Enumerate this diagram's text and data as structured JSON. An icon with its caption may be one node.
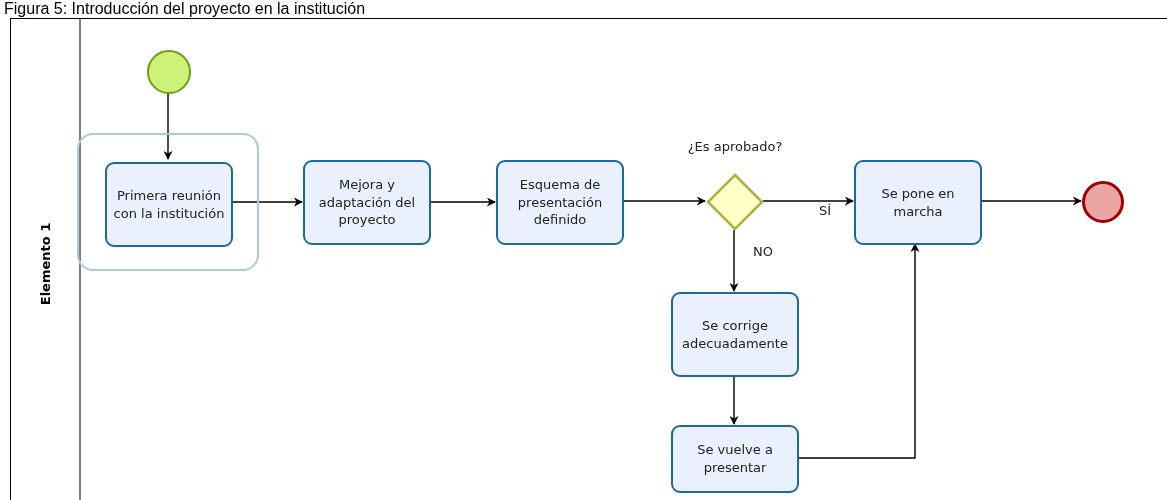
{
  "diagram": {
    "title": "Figura 5: Introducción del proyecto en la institución",
    "nodes": [
      {
        "text": [
          "Elemento 1"
        ]
      },
      {
        "text": [],
        "shape": "circle",
        "in": 0
      },
      {
        "text": [],
        "shape": "box",
        "in": 0
      },
      {
        "text": [
          "Primera reunión con la institución"
        ],
        "in": 2
      },
      {
        "text": [
          "Mejora y adaptación del proyecto"
        ],
        "in": 0
      },
      {
        "text": [
          "Esquema de presentación definido"
        ],
        "in": 0
      },
      {
        "text": [
          "¿Es aprobado?"
        ],
        "in": 0
      },
      {
        "text": [
          "Se pone en marcha"
        ],
        "in": 0
      },
      {
        "text": [],
        "shape": "circle",
        "in": 0
      },
      {
        "text": [
          "Se corrige adecuadamente"
        ],
        "in": 0
      },
      {
        "text": [
          "Se vuelve a presentar"
        ],
        "in": 0
      }
    ],
    "edges": [
      {
        "from": 1,
        "to": 3,
        "arrow": "to"
      },
      {
        "from": 3,
        "to": 4,
        "arrow": "to"
      },
      {
        "from": 4,
        "to": 5,
        "arrow": "to"
      },
      {
        "from": 5,
        "to": 6,
        "arrow": "to"
      },
      {
        "from": 6,
        "to": 7,
        "arrow": "to",
        "label": "SÍ"
      },
      {
        "from": 7,
        "to": 8,
        "arrow": "to"
      },
      {
        "from": 6,
        "to": 9,
        "arrow": "to",
        "label": "NO"
      },
      {
        "from": 9,
        "to": 10,
        "arrow": "to"
      },
      {
        "from": 10,
        "to": 7,
        "arrow": "to"
      }
    ]
  }
}
